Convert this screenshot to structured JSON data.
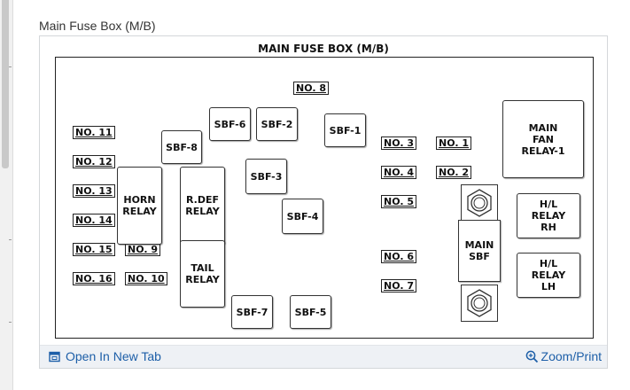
{
  "caption": "Main Fuse Box (M/B)",
  "diagram": {
    "title": "MAIN FUSE BOX (M/B)",
    "fuse_labels": {
      "no1": "NO. 1",
      "no2": "NO. 2",
      "no3": "NO. 3",
      "no4": "NO. 4",
      "no5": "NO. 5",
      "no6": "NO. 6",
      "no7": "NO. 7",
      "no8": "NO. 8",
      "no9": "NO. 9",
      "no10": "NO. 10",
      "no11": "NO. 11",
      "no12": "NO. 12",
      "no13": "NO. 13",
      "no14": "NO. 14",
      "no15": "NO. 15",
      "no16": "NO. 16"
    },
    "sbf": {
      "sbf1": "SBF-1",
      "sbf2": "SBF-2",
      "sbf3": "SBF-3",
      "sbf4": "SBF-4",
      "sbf5": "SBF-5",
      "sbf6": "SBF-6",
      "sbf7": "SBF-7",
      "sbf8": "SBF-8"
    },
    "relays": {
      "horn": "HORN\nRELAY",
      "rdef": "R.DEF\nRELAY",
      "tail": "TAIL\nRELAY",
      "main_fan": "MAIN\nFAN\nRELAY-1",
      "hl_rh": "H/L\nRELAY\nRH",
      "hl_lh": "H/L\nRELAY\nLH"
    },
    "main_sbf": "MAIN\nSBF"
  },
  "footer": {
    "open_new_tab": "Open In New Tab",
    "zoom_print": "Zoom/Print",
    "link_color": "#1d5fa8"
  },
  "icons": {
    "open": "open-new-tab-icon",
    "zoom": "zoom-icon"
  }
}
